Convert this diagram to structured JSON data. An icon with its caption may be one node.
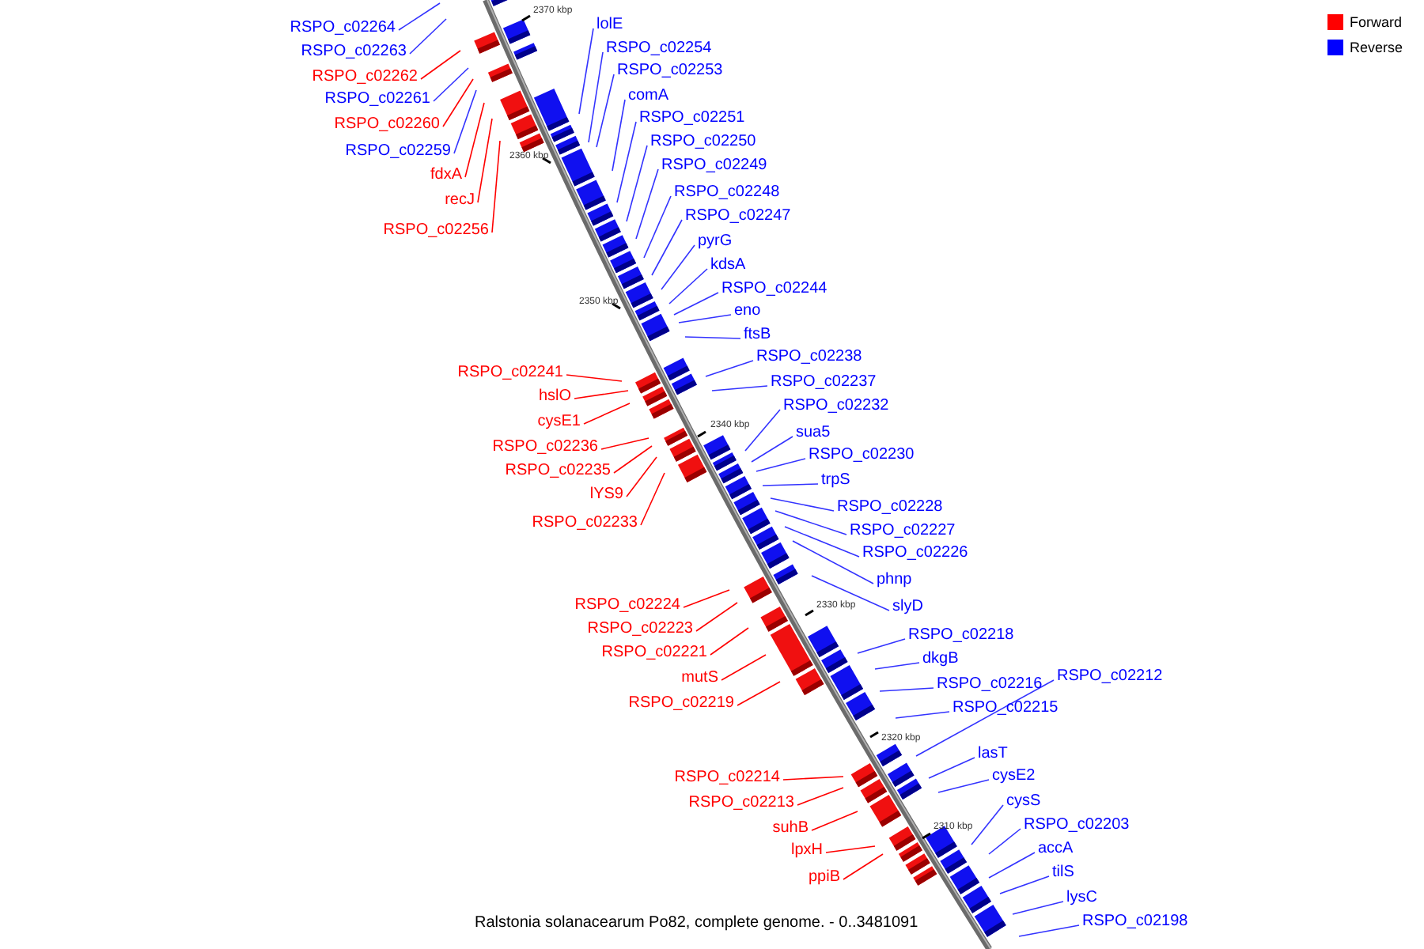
{
  "diagram": {
    "caption": "Ralstonia solanacearum Po82, complete genome. - 0..3481091",
    "nodes": [
      {
        "text": [
          "RSPO_c02264"
        ]
      },
      {
        "text": [
          "RSPO_c02263"
        ]
      },
      {
        "text": [
          "RSPO_c02262"
        ]
      },
      {
        "text": [
          "RSPO_c02261"
        ]
      },
      {
        "text": [
          "RSPO_c02260"
        ]
      },
      {
        "text": [
          "RSPO_c02259"
        ]
      },
      {
        "text": [
          "fdxA"
        ]
      },
      {
        "text": [
          "recJ"
        ]
      },
      {
        "text": [
          "RSPO_c02256"
        ]
      },
      {
        "text": [
          "lolE"
        ]
      },
      {
        "text": [
          "RSPO_c02254"
        ]
      },
      {
        "text": [
          "RSPO_c02253"
        ]
      },
      {
        "text": [
          "comA"
        ]
      },
      {
        "text": [
          "RSPO_c02251"
        ]
      },
      {
        "text": [
          "RSPO_c02250"
        ]
      },
      {
        "text": [
          "RSPO_c02249"
        ]
      },
      {
        "text": [
          "RSPO_c02248"
        ]
      },
      {
        "text": [
          "RSPO_c02247"
        ]
      },
      {
        "text": [
          "pyrG"
        ]
      },
      {
        "text": [
          "kdsA"
        ]
      },
      {
        "text": [
          "RSPO_c02244"
        ]
      },
      {
        "text": [
          "eno"
        ]
      },
      {
        "text": [
          "ftsB"
        ]
      },
      {
        "text": [
          "RSPO_c02241"
        ]
      },
      {
        "text": [
          "hslO"
        ]
      },
      {
        "text": [
          "cysE1"
        ]
      },
      {
        "text": [
          "RSPO_c02236"
        ]
      },
      {
        "text": [
          "RSPO_c02235"
        ]
      },
      {
        "text": [
          "lYS9"
        ]
      },
      {
        "text": [
          "RSPO_c02233"
        ]
      },
      {
        "text": [
          "RSPO_c02238"
        ]
      },
      {
        "text": [
          "RSPO_c02237"
        ]
      },
      {
        "text": [
          "RSPO_c02232"
        ]
      },
      {
        "text": [
          "sua5"
        ]
      },
      {
        "text": [
          "RSPO_c02230"
        ]
      },
      {
        "text": [
          "trpS"
        ]
      },
      {
        "text": [
          "RSPO_c02228"
        ]
      },
      {
        "text": [
          "RSPO_c02227"
        ]
      },
      {
        "text": [
          "RSPO_c02226"
        ]
      },
      {
        "text": [
          "phnp"
        ]
      },
      {
        "text": [
          "slyD"
        ]
      },
      {
        "text": [
          "RSPO_c02224"
        ]
      },
      {
        "text": [
          "RSPO_c02223"
        ]
      },
      {
        "text": [
          "RSPO_c02221"
        ]
      },
      {
        "text": [
          "mutS"
        ]
      },
      {
        "text": [
          "RSPO_c02219"
        ]
      },
      {
        "text": [
          "RSPO_c02218"
        ]
      },
      {
        "text": [
          "dkgB"
        ]
      },
      {
        "text": [
          "RSPO_c02216"
        ]
      },
      {
        "text": [
          "RSPO_c02212"
        ]
      },
      {
        "text": [
          "RSPO_c02215"
        ]
      },
      {
        "text": [
          "lasT"
        ]
      },
      {
        "text": [
          "cysE2"
        ]
      },
      {
        "text": [
          "cysS"
        ]
      },
      {
        "text": [
          "RSPO_c02203"
        ]
      },
      {
        "text": [
          "accA"
        ]
      },
      {
        "text": [
          "tilS"
        ]
      },
      {
        "text": [
          "lysC"
        ]
      },
      {
        "text": [
          "RSPO_c02198"
        ]
      },
      {
        "text": [
          "RSPO_c02214"
        ]
      },
      {
        "text": [
          "RSPO_c02213"
        ]
      },
      {
        "text": [
          "suhB"
        ]
      },
      {
        "text": [
          "lpxH"
        ]
      },
      {
        "text": [
          "ppiB"
        ]
      }
    ],
    "edges": [
      {
        "from": 0,
        "to": null,
        "arrow": "none"
      },
      {
        "from": 1,
        "to": null,
        "arrow": "none"
      },
      {
        "from": 2,
        "to": null,
        "arrow": "none",
        "color": "#ff0000"
      },
      {
        "from": 3,
        "to": null,
        "arrow": "none"
      },
      {
        "from": 4,
        "to": null,
        "arrow": "none",
        "color": "#ff0000"
      },
      {
        "from": 5,
        "to": null,
        "arrow": "none"
      },
      {
        "from": 6,
        "to": null,
        "arrow": "none",
        "color": "#ff0000"
      },
      {
        "from": 7,
        "to": null,
        "arrow": "none",
        "color": "#ff0000"
      },
      {
        "from": 8,
        "to": null,
        "arrow": "none",
        "color": "#ff0000"
      },
      {
        "from": 9,
        "to": null,
        "arrow": "none"
      },
      {
        "from": 10,
        "to": null,
        "arrow": "none"
      },
      {
        "from": 11,
        "to": null,
        "arrow": "none"
      },
      {
        "from": 12,
        "to": null,
        "arrow": "none"
      },
      {
        "from": 13,
        "to": null,
        "arrow": "none"
      },
      {
        "from": 14,
        "to": null,
        "arrow": "none"
      },
      {
        "from": 15,
        "to": null,
        "arrow": "none"
      },
      {
        "from": 16,
        "to": null,
        "arrow": "none"
      },
      {
        "from": 17,
        "to": null,
        "arrow": "none"
      },
      {
        "from": 18,
        "to": null,
        "arrow": "none"
      },
      {
        "from": 19,
        "to": null,
        "arrow": "none"
      },
      {
        "from": 20,
        "to": null,
        "arrow": "none"
      },
      {
        "from": 21,
        "to": null,
        "arrow": "none"
      },
      {
        "from": 22,
        "to": null,
        "arrow": "none"
      },
      {
        "from": 23,
        "to": null,
        "arrow": "none",
        "color": "#ff0000"
      },
      {
        "from": 24,
        "to": null,
        "arrow": "none",
        "color": "#ff0000"
      },
      {
        "from": 25,
        "to": null,
        "arrow": "none",
        "color": "#ff0000"
      },
      {
        "from": 26,
        "to": null,
        "arrow": "none",
        "color": "#ff0000"
      },
      {
        "from": 27,
        "to": null,
        "arrow": "none",
        "color": "#ff0000"
      },
      {
        "from": 28,
        "to": null,
        "arrow": "none",
        "color": "#ff0000"
      },
      {
        "from": 29,
        "to": null,
        "arrow": "none",
        "color": "#ff0000"
      },
      {
        "from": 30,
        "to": null,
        "arrow": "none"
      },
      {
        "from": 31,
        "to": null,
        "arrow": "none"
      },
      {
        "from": 32,
        "to": null,
        "arrow": "none"
      },
      {
        "from": 33,
        "to": null,
        "arrow": "none"
      },
      {
        "from": 34,
        "to": null,
        "arrow": "none"
      },
      {
        "from": 35,
        "to": null,
        "arrow": "none"
      },
      {
        "from": 36,
        "to": null,
        "arrow": "none"
      },
      {
        "from": 37,
        "to": null,
        "arrow": "none"
      },
      {
        "from": 38,
        "to": null,
        "arrow": "none"
      },
      {
        "from": 39,
        "to": null,
        "arrow": "none"
      },
      {
        "from": 40,
        "to": null,
        "arrow": "none"
      },
      {
        "from": 41,
        "to": null,
        "arrow": "none",
        "color": "#ff0000"
      },
      {
        "from": 42,
        "to": null,
        "arrow": "none",
        "color": "#ff0000"
      },
      {
        "from": 43,
        "to": null,
        "arrow": "none",
        "color": "#ff0000"
      },
      {
        "from": 44,
        "to": null,
        "arrow": "none",
        "color": "#ff0000"
      },
      {
        "from": 45,
        "to": null,
        "arrow": "none",
        "color": "#ff0000"
      },
      {
        "from": 46,
        "to": null,
        "arrow": "none"
      },
      {
        "from": 47,
        "to": null,
        "arrow": "none"
      },
      {
        "from": 48,
        "to": null,
        "arrow": "none"
      },
      {
        "from": 49,
        "to": null,
        "arrow": "none"
      },
      {
        "from": 50,
        "to": null,
        "arrow": "none"
      },
      {
        "from": 51,
        "to": null,
        "arrow": "none"
      },
      {
        "from": 52,
        "to": null,
        "arrow": "none"
      },
      {
        "from": 53,
        "to": null,
        "arrow": "none"
      },
      {
        "from": 54,
        "to": null,
        "arrow": "none"
      },
      {
        "from": 55,
        "to": null,
        "arrow": "none"
      },
      {
        "from": 56,
        "to": null,
        "arrow": "none"
      },
      {
        "from": 57,
        "to": null,
        "arrow": "none"
      },
      {
        "from": 58,
        "to": null,
        "arrow": "none"
      },
      {
        "from": 59,
        "to": null,
        "arrow": "none",
        "color": "#ff0000"
      },
      {
        "from": 60,
        "to": null,
        "arrow": "none",
        "color": "#ff0000"
      },
      {
        "from": 61,
        "to": null,
        "arrow": "none",
        "color": "#ff0000"
      },
      {
        "from": 62,
        "to": null,
        "arrow": "none",
        "color": "#ff0000"
      },
      {
        "from": 63,
        "to": null,
        "arrow": "none",
        "color": "#ff0000"
      }
    ],
    "labels": [
      "2370 kbp",
      "2360 kbp",
      "2350 kbp",
      "2340 kbp",
      "2330 kbp",
      "2320 kbp",
      "2310 kbp"
    ],
    "legend": [
      {
        "text": "Forward",
        "color": "#ff0000"
      },
      {
        "text": "Reverse",
        "color": "#0000ff"
      }
    ]
  }
}
